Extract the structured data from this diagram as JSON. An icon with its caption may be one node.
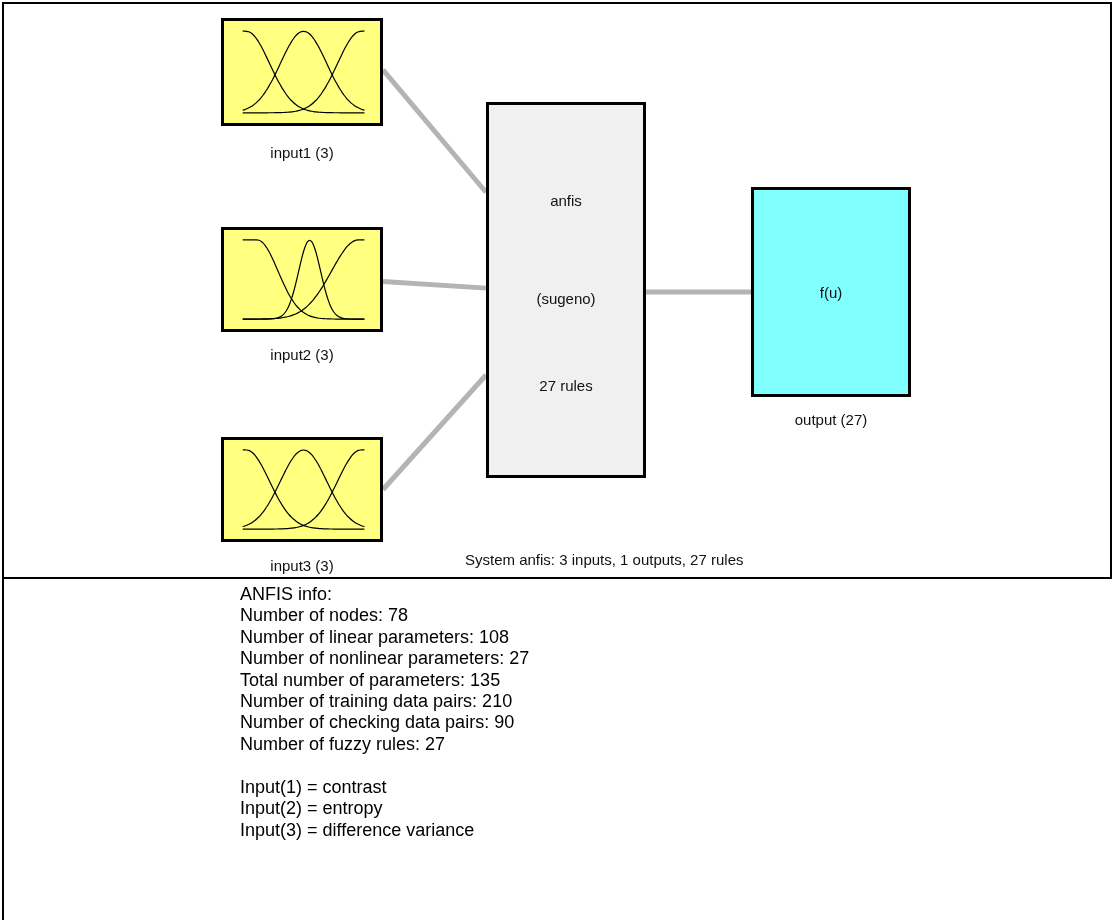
{
  "diagram": {
    "nodes": [
      {
        "text": [
          "input1 (3)"
        ]
      },
      {
        "text": [
          "input2 (3)"
        ]
      },
      {
        "text": [
          "input3 (3)"
        ]
      },
      {
        "text": [
          "anfis",
          "(sugeno)",
          "27 rules"
        ]
      },
      {
        "text": [
          "f(u)",
          "output (27)"
        ]
      }
    ],
    "edges": [
      {
        "from": 0,
        "to": 3,
        "arrow": "none"
      },
      {
        "from": 1,
        "to": 3,
        "arrow": "none"
      },
      {
        "from": 2,
        "to": 3,
        "arrow": "none"
      },
      {
        "from": 3,
        "to": 4,
        "arrow": "none"
      }
    ],
    "labels": [
      "System anfis: 3 inputs, 1 outputs, 27 rules",
      "ANFIS info:",
      "Number of nodes: 78",
      "Number of linear parameters: 108",
      "Number of nonlinear parameters: 27",
      "Total number of parameters: 135",
      "Number of training data pairs: 210",
      "Number of checking data pairs: 90",
      "Number of fuzzy rules: 27",
      "Input(1) = contrast",
      "Input(2) = entropy",
      "Input(3) = difference variance"
    ]
  }
}
